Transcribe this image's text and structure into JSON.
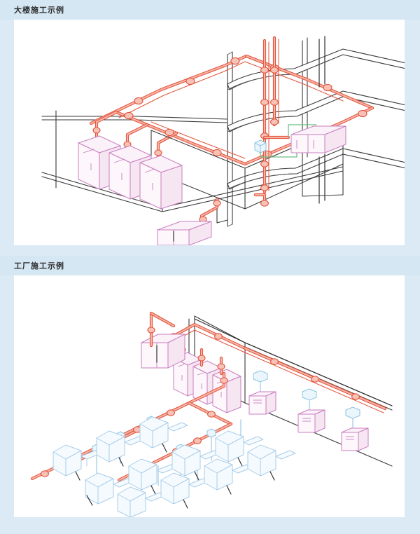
{
  "page": {
    "background_color": "#dceaf5",
    "panel_color": "#ffffff",
    "title_band_color": "#d5e7f3"
  },
  "sections": [
    {
      "id": "building",
      "title": "大楼施工示例",
      "diagram": {
        "kind": "isometric-piping-installation",
        "setting": "multi-story building",
        "pipe_color": "#e2533c",
        "cabinet_color": "#c97fc0",
        "structure_color": "#3a3a3a",
        "accent_color": "#6cbf84",
        "components": [
          {
            "name": "roof-loop-piping",
            "color": "#e2533c",
            "count": 1
          },
          {
            "name": "floor-cabinet-unit",
            "color": "#c97fc0",
            "count": 3
          },
          {
            "name": "riser-pipe",
            "color": "#e2533c",
            "count": 2
          },
          {
            "name": "floor-slab",
            "color": "#3a3a3a",
            "count": 3
          },
          {
            "name": "wall-cabinet-pair",
            "color": "#c97fc0",
            "count": 2
          },
          {
            "name": "control-wiring",
            "color": "#6cbf84",
            "count": 1
          },
          {
            "name": "inline-valve",
            "color": "#8fc4e2",
            "count": 1
          },
          {
            "name": "ground-cabinet-unit",
            "color": "#c97fc0",
            "count": 1
          }
        ]
      }
    },
    {
      "id": "factory",
      "title": "工厂施工示例",
      "diagram": {
        "kind": "isometric-piping-installation",
        "setting": "factory floor",
        "pipe_color": "#e2533c",
        "cabinet_color": "#c97fc0",
        "machine_color": "#a9cde8",
        "components": [
          {
            "name": "main-ring-piping",
            "color": "#e2533c",
            "count": 1
          },
          {
            "name": "supply-cabinet-unit",
            "color": "#c97fc0",
            "count": 3
          },
          {
            "name": "tank-unit",
            "color": "#c97fc0",
            "count": 1
          },
          {
            "name": "wall-mounted-box",
            "color": "#c97fc0",
            "count": 3
          },
          {
            "name": "factory-machine",
            "color": "#a9cde8",
            "count": 11
          },
          {
            "name": "machine-drop-line",
            "color": "#9ec7e4",
            "count": 8
          }
        ]
      }
    }
  ]
}
